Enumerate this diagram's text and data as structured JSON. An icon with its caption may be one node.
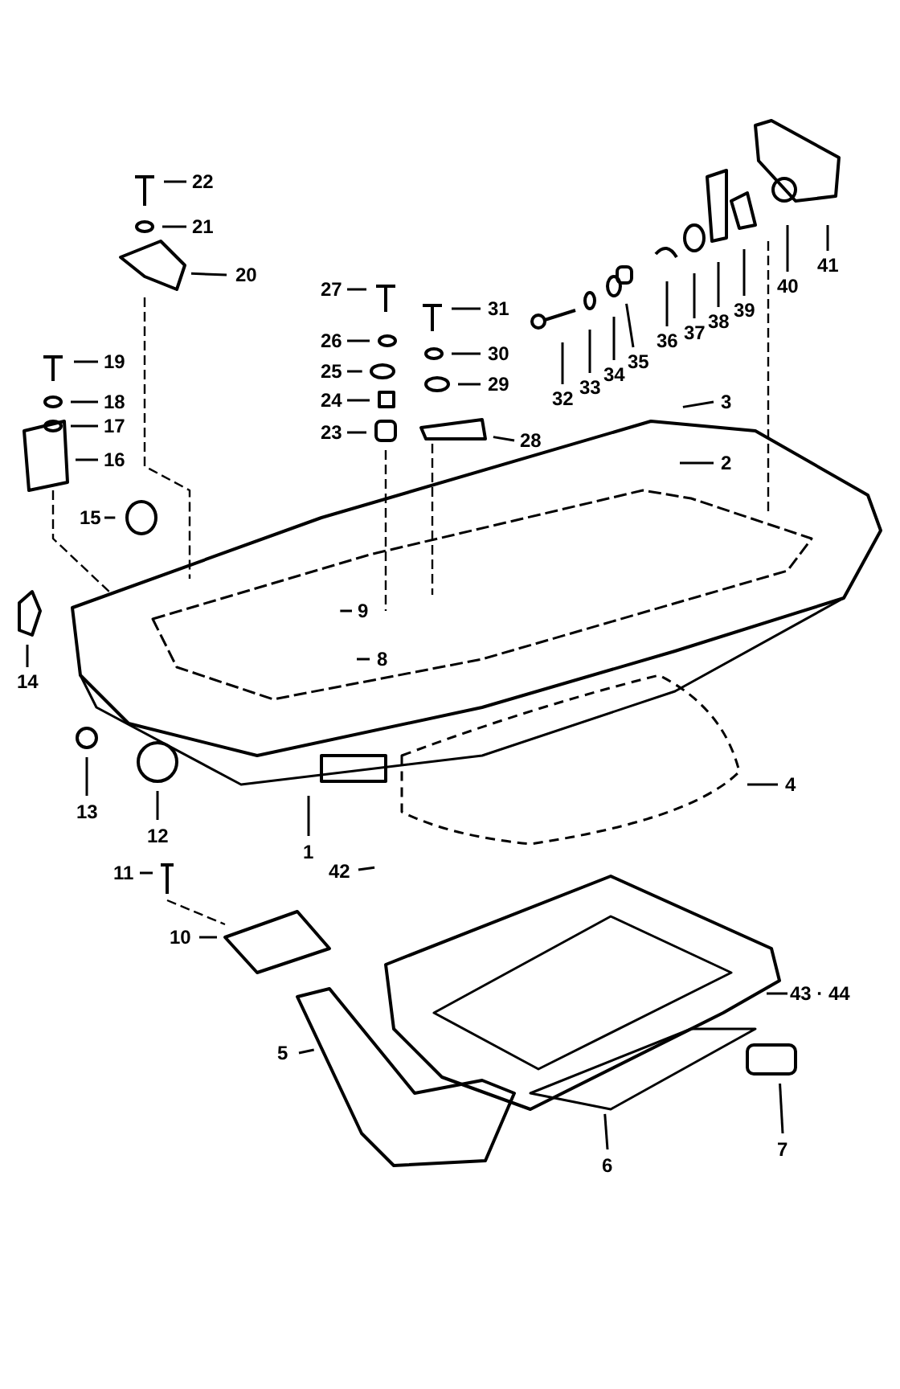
{
  "diagram": {
    "nodes": [
      {
        "text": [
          "22"
        ]
      },
      {
        "text": [
          "21"
        ]
      },
      {
        "text": [
          "20"
        ]
      },
      {
        "text": [
          "27"
        ]
      },
      {
        "text": [
          "31"
        ]
      },
      {
        "text": [
          "41"
        ]
      },
      {
        "text": [
          "40"
        ]
      },
      {
        "text": [
          "39"
        ]
      },
      {
        "text": [
          "38"
        ]
      },
      {
        "text": [
          "37"
        ]
      },
      {
        "text": [
          "36"
        ]
      },
      {
        "text": [
          "26"
        ]
      },
      {
        "text": [
          "30"
        ]
      },
      {
        "text": [
          "35"
        ]
      },
      {
        "text": [
          "34"
        ]
      },
      {
        "text": [
          "33"
        ]
      },
      {
        "text": [
          "32"
        ]
      },
      {
        "text": [
          "19"
        ]
      },
      {
        "text": [
          "25"
        ]
      },
      {
        "text": [
          "29"
        ]
      },
      {
        "text": [
          "24"
        ]
      },
      {
        "text": [
          "23"
        ]
      },
      {
        "text": [
          "28"
        ]
      },
      {
        "text": [
          "18"
        ]
      },
      {
        "text": [
          "3"
        ]
      },
      {
        "text": [
          "17"
        ]
      },
      {
        "text": [
          "16"
        ]
      },
      {
        "text": [
          "2"
        ]
      },
      {
        "text": [
          "15"
        ]
      },
      {
        "text": [
          "9"
        ]
      },
      {
        "text": [
          "8"
        ]
      },
      {
        "text": [
          "14"
        ]
      },
      {
        "text": [
          "4"
        ]
      },
      {
        "text": [
          "13"
        ]
      },
      {
        "text": [
          "12"
        ]
      },
      {
        "text": [
          "1"
        ]
      },
      {
        "text": [
          "42"
        ]
      },
      {
        "text": [
          "11"
        ]
      },
      {
        "text": [
          "10"
        ]
      },
      {
        "text": [
          "43 · 44"
        ]
      },
      {
        "text": [
          "5"
        ]
      },
      {
        "text": [
          "7"
        ]
      },
      {
        "text": [
          "6"
        ]
      }
    ],
    "edges": [
      {
        "from": 0,
        "to": null,
        "arrow": "none"
      },
      {
        "from": 1,
        "to": null,
        "arrow": "none"
      },
      {
        "from": 2,
        "to": null,
        "arrow": "none"
      },
      {
        "from": 3,
        "to": null,
        "arrow": "none"
      },
      {
        "from": 4,
        "to": null,
        "arrow": "none"
      },
      {
        "from": 5,
        "to": null,
        "arrow": "none"
      },
      {
        "from": 6,
        "to": null,
        "arrow": "none"
      },
      {
        "from": 7,
        "to": null,
        "arrow": "none"
      },
      {
        "from": 8,
        "to": null,
        "arrow": "none"
      },
      {
        "from": 9,
        "to": null,
        "arrow": "none"
      },
      {
        "from": 10,
        "to": null,
        "arrow": "none"
      },
      {
        "from": 11,
        "to": null,
        "arrow": "none"
      },
      {
        "from": 12,
        "to": null,
        "arrow": "none"
      },
      {
        "from": 13,
        "to": null,
        "arrow": "none"
      },
      {
        "from": 14,
        "to": null,
        "arrow": "none"
      },
      {
        "from": 15,
        "to": null,
        "arrow": "none"
      },
      {
        "from": 16,
        "to": null,
        "arrow": "none"
      },
      {
        "from": 17,
        "to": null,
        "arrow": "none"
      },
      {
        "from": 18,
        "to": null,
        "arrow": "none"
      },
      {
        "from": 19,
        "to": null,
        "arrow": "none"
      },
      {
        "from": 20,
        "to": null,
        "arrow": "none"
      },
      {
        "from": 21,
        "to": null,
        "arrow": "none"
      },
      {
        "from": 22,
        "to": null,
        "arrow": "none"
      },
      {
        "from": 23,
        "to": null,
        "arrow": "none"
      },
      {
        "from": 24,
        "to": null,
        "arrow": "none"
      },
      {
        "from": 25,
        "to": null,
        "arrow": "none"
      },
      {
        "from": 26,
        "to": null,
        "arrow": "none"
      },
      {
        "from": 27,
        "to": null,
        "arrow": "none"
      },
      {
        "from": 28,
        "to": null,
        "arrow": "none"
      },
      {
        "from": 29,
        "to": null,
        "arrow": "none"
      },
      {
        "from": 30,
        "to": null,
        "arrow": "none"
      },
      {
        "from": 31,
        "to": null,
        "arrow": "none"
      },
      {
        "from": 32,
        "to": null,
        "arrow": "none"
      },
      {
        "from": 33,
        "to": null,
        "arrow": "none"
      },
      {
        "from": 34,
        "to": null,
        "arrow": "none"
      },
      {
        "from": 35,
        "to": null,
        "arrow": "none"
      },
      {
        "from": 36,
        "to": null,
        "arrow": "none"
      },
      {
        "from": 37,
        "to": null,
        "arrow": "none"
      },
      {
        "from": 38,
        "to": null,
        "arrow": "none"
      },
      {
        "from": 39,
        "to": null,
        "arrow": "none"
      },
      {
        "from": 40,
        "to": null,
        "arrow": "none"
      },
      {
        "from": 41,
        "to": null,
        "arrow": "none"
      },
      {
        "from": 42,
        "to": null,
        "arrow": "none"
      }
    ]
  }
}
